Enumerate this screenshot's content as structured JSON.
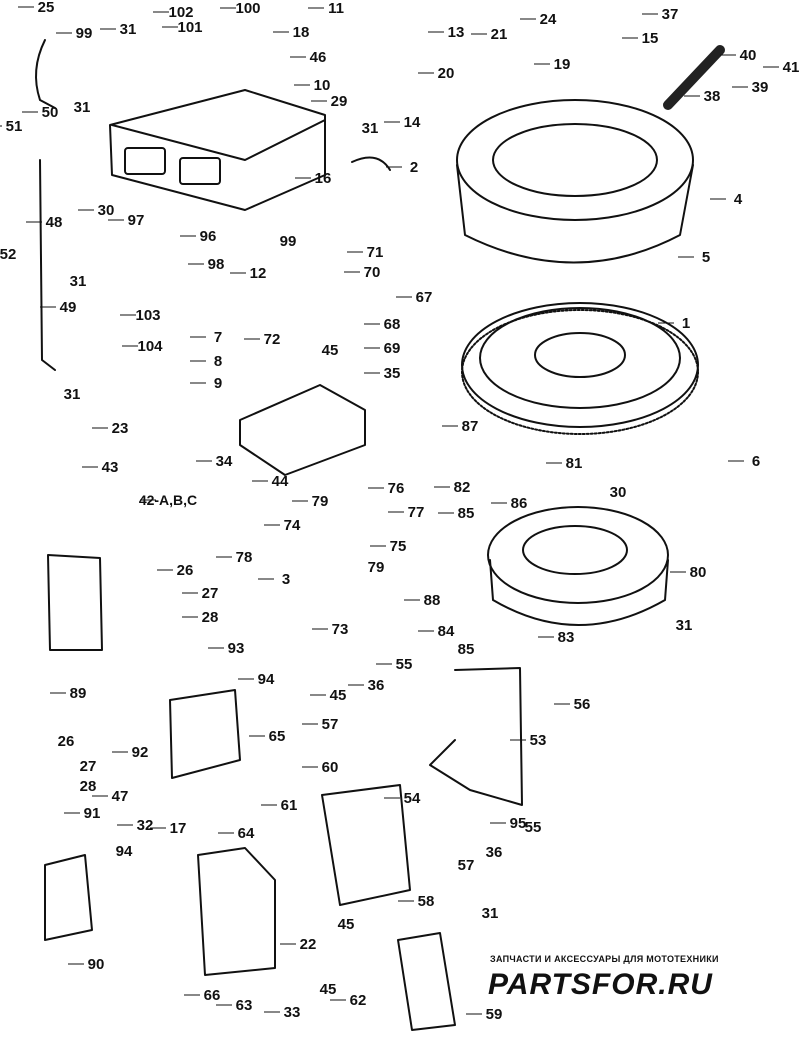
{
  "diagram": {
    "callouts": [
      "1",
      "2",
      "3",
      "4",
      "5",
      "6",
      "7",
      "8",
      "9",
      "10",
      "11",
      "12",
      "13",
      "14",
      "15",
      "16",
      "17",
      "18",
      "19",
      "20",
      "21",
      "22",
      "23",
      "24",
      "25",
      "26",
      "27",
      "28",
      "29",
      "30",
      "31",
      "32",
      "33",
      "34",
      "35",
      "36",
      "37",
      "38",
      "39",
      "40",
      "41",
      "42-A,B,C",
      "43",
      "44",
      "45",
      "46",
      "47",
      "48",
      "49",
      "50",
      "51",
      "52",
      "53",
      "54",
      "55",
      "56",
      "57",
      "58",
      "59",
      "60",
      "61",
      "62",
      "63",
      "64",
      "65",
      "66",
      "67",
      "68",
      "69",
      "70",
      "71",
      "72",
      "73",
      "74",
      "75",
      "76",
      "77",
      "78",
      "79",
      "80",
      "81",
      "82",
      "83",
      "84",
      "85",
      "86",
      "87",
      "88",
      "89",
      "90",
      "91",
      "92",
      "93",
      "94",
      "95",
      "96",
      "97",
      "98",
      "99",
      "100",
      "101",
      "102",
      "103",
      "104"
    ]
  },
  "watermark": {
    "tagline": "ЗАПЧАСТИ И АКСЕССУАРЫ ДЛЯ МОТОТЕХНИКИ",
    "logo": "PARTSFOR.RU",
    "color": "#d9d9d9"
  }
}
